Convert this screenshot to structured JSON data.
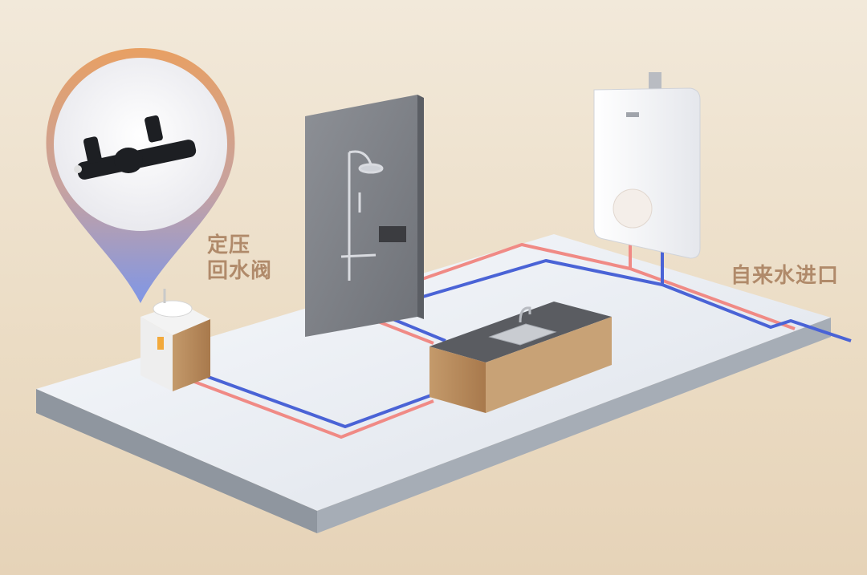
{
  "labels": {
    "valve_line1": "定压",
    "valve_line2": "回水阀",
    "inlet": "自来水进口"
  },
  "colors": {
    "hot_pipe": "#f08a85",
    "cold_pipe": "#4a63d6",
    "pin_top": "#e8a063",
    "pin_bottom": "#8c9ee0",
    "label_text": "#b08a6a",
    "floor": "#eef1f6",
    "floor_edge": "#9aa1ab"
  },
  "icons": [
    "map-pin-icon",
    "valve-icon",
    "water-heater-icon",
    "shower-icon",
    "sink-icon",
    "faucet-icon"
  ]
}
